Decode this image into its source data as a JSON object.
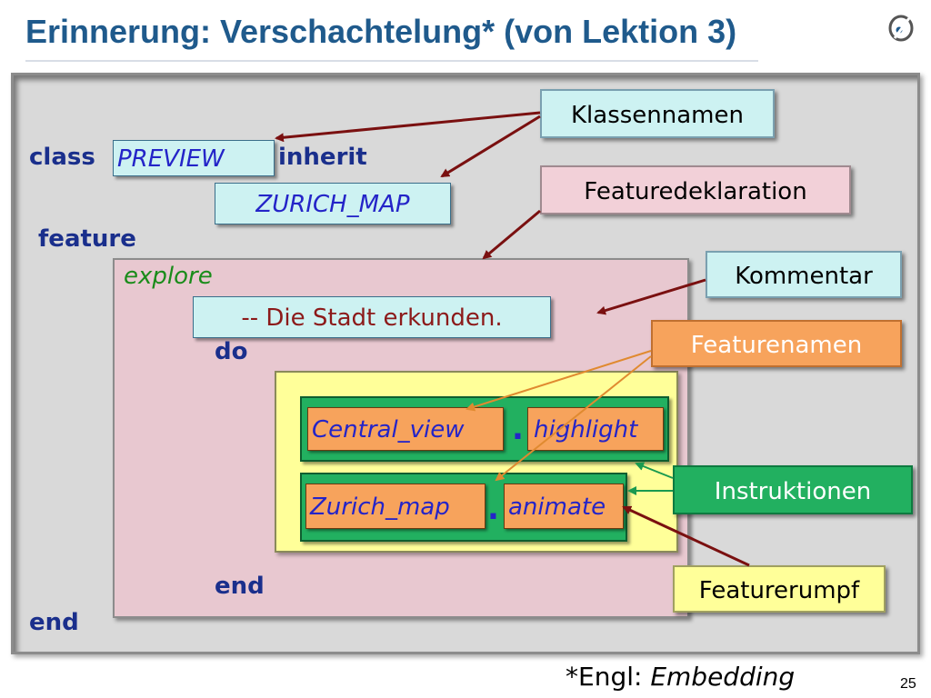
{
  "slide": {
    "title": "Erinnerung: Verschachtelung* (von Lektion 3)",
    "page_number": "25",
    "footnote_prefix": "*Engl: ",
    "footnote_term": "Embedding"
  },
  "code": {
    "class_kw": "class",
    "class_name": "PREVIEW",
    "inherit_kw": "inherit",
    "parent_class": "ZURICH_MAP",
    "feature_kw": "feature",
    "feature_name": "explore",
    "comment": "-- Die Stadt erkunden.",
    "do_kw": "do",
    "instr1_target": "Central_view",
    "instr1_feature": "highlight",
    "instr2_target": "Zurich_map",
    "instr2_feature": "animate",
    "dot": ".",
    "end_inner": "end",
    "end_outer": "end"
  },
  "labels": {
    "klassennamen": "Klassennamen",
    "featuredeklaration": "Featuredeklaration",
    "kommentar": "Kommentar",
    "featurenamen": "Featurenamen",
    "instruktionen": "Instruktionen",
    "featurerumpf": "Featurerumpf"
  },
  "colors": {
    "title": "#1f5a8c",
    "keyword": "#1a2f8c",
    "identifier": "#2424c8",
    "feature_name": "#1a8c1a",
    "comment": "#8c1a1a",
    "arrow_dark_red": "#7a1010",
    "arrow_orange": "#e08a30",
    "arrow_green": "#1a9a50"
  },
  "icons": {
    "logo": "eth-chair-logo-icon"
  }
}
